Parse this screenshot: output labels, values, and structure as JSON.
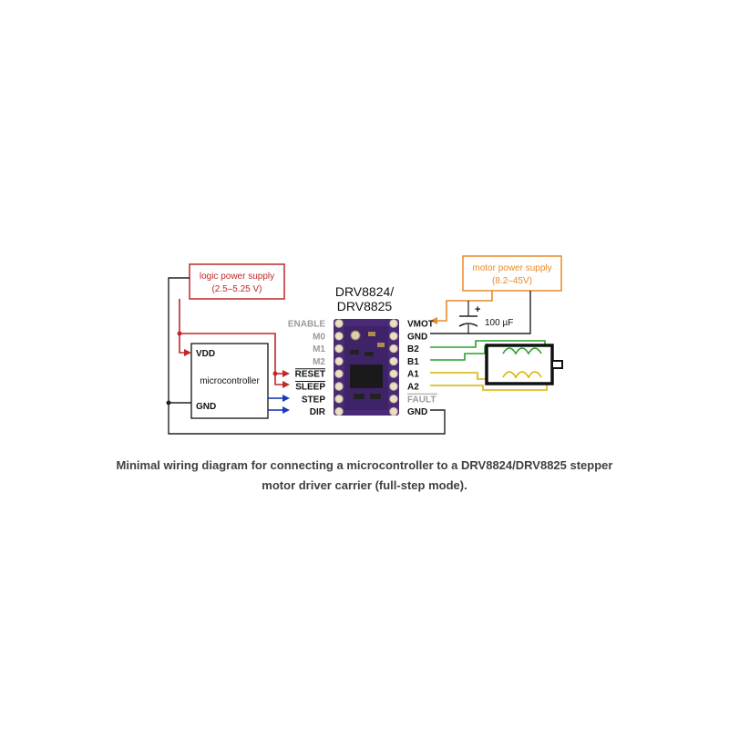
{
  "logic_supply": {
    "line1": "logic power supply",
    "line2": "(2.5–5.25 V)"
  },
  "motor_supply": {
    "line1": "motor power supply",
    "line2": "(8.2–45V)"
  },
  "board_title": {
    "line1": "DRV8824/",
    "line2": "DRV8825"
  },
  "microcontroller": {
    "vdd": "VDD",
    "label": "microcontroller",
    "gnd": "GND"
  },
  "capacitor": {
    "plus": "+",
    "value": "100 µF"
  },
  "left_pins": [
    {
      "label": "ENABLE",
      "active": false,
      "overline": false
    },
    {
      "label": "M0",
      "active": false,
      "overline": false
    },
    {
      "label": "M1",
      "active": false,
      "overline": false
    },
    {
      "label": "M2",
      "active": false,
      "overline": false
    },
    {
      "label": "RESET",
      "active": true,
      "overline": true
    },
    {
      "label": "SLEEP",
      "active": true,
      "overline": true
    },
    {
      "label": "STEP",
      "active": true,
      "overline": false
    },
    {
      "label": "DIR",
      "active": true,
      "overline": false
    }
  ],
  "right_pins": [
    {
      "label": "VMOT",
      "active": true,
      "overline": false
    },
    {
      "label": "GND",
      "active": true,
      "overline": false
    },
    {
      "label": "B2",
      "active": true,
      "overline": false
    },
    {
      "label": "B1",
      "active": true,
      "overline": false
    },
    {
      "label": "A1",
      "active": true,
      "overline": false
    },
    {
      "label": "A2",
      "active": true,
      "overline": false
    },
    {
      "label": "FAULT",
      "active": false,
      "overline": true
    },
    {
      "label": "GND",
      "active": true,
      "overline": false
    }
  ],
  "caption": {
    "line1": "Minimal wiring diagram for connecting a microcontroller to a DRV8824/DRV8825 stepper",
    "line2": "motor driver carrier (full-step mode)."
  },
  "colors": {
    "logic_power": "#c0282a",
    "motor_power": "#e88a2a",
    "signal": "#1a3ab8",
    "ground": "#222222",
    "coil_b": "#2aa02a",
    "coil_a": "#d8b400",
    "board": "#4a2a78",
    "inactive_pin": "#9a9a9a"
  }
}
